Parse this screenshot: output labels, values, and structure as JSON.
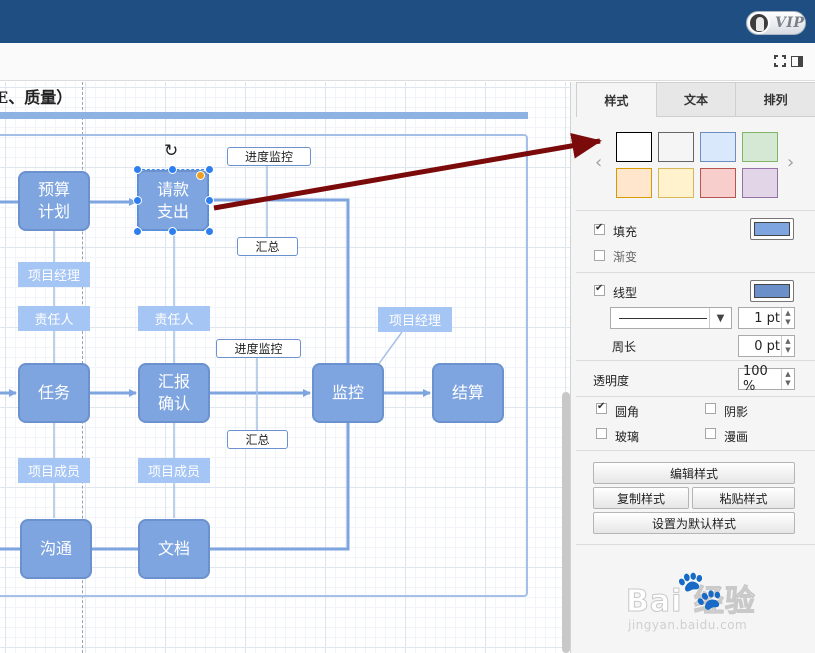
{
  "topbar": {
    "vip_label": "VIP"
  },
  "icons": {
    "fullscreen": "fullscreen-icon",
    "panel_toggle": "panel-toggle-icon",
    "rotate": "rotate-icon",
    "avatar": "avatar-icon"
  },
  "canvas": {
    "title": "E、质量）",
    "nodes": {
      "budget": "预算\n计划",
      "payment": "请款\n支出",
      "task": "任务",
      "report": "汇报\n确认",
      "monitor": "监控",
      "settle": "结算",
      "communicate": "沟通",
      "document": "文档"
    },
    "roles": {
      "pm_left": "项目经理",
      "owner_left": "责任人",
      "owner_mid": "责任人",
      "pm_right": "项目经理",
      "member_left": "项目成员",
      "member_mid": "项目成员"
    },
    "notes": {
      "progress_top": "进度监控",
      "summary_top": "汇总",
      "progress_mid": "进度监控",
      "summary_mid": "汇总"
    }
  },
  "panel": {
    "tabs": [
      "样式",
      "文本",
      "排列"
    ],
    "swatch_colors": [
      "#ffffff",
      "#f5f5f5",
      "#dae8fc",
      "#d5e8d4",
      "#ffe6cc",
      "#fff2cc",
      "#f8cecc",
      "#e1d5e7"
    ],
    "swatch_borders": [
      "#000000",
      "#666666",
      "#6c8ebf",
      "#82b366",
      "#d79b00",
      "#d6b656",
      "#b85450",
      "#9673a6"
    ],
    "fill_label": "填充",
    "fill_color": "#7ea5e0",
    "gradient_label": "渐变",
    "line_label": "线型",
    "line_color": "#6b8fc9",
    "line_width": "1 pt",
    "perimeter_label": "周长",
    "perimeter_value": "0 pt",
    "opacity_label": "透明度",
    "opacity_value": "100 %",
    "rounded_label": "圆角",
    "shadow_label": "阴影",
    "glass_label": "玻璃",
    "comic_label": "漫画",
    "edit_style": "编辑样式",
    "copy_style": "复制样式",
    "paste_style": "粘贴样式",
    "set_default": "设置为默认样式"
  },
  "watermark": {
    "logo": "Bai  经验",
    "url": "jingyan.baidu.com"
  }
}
